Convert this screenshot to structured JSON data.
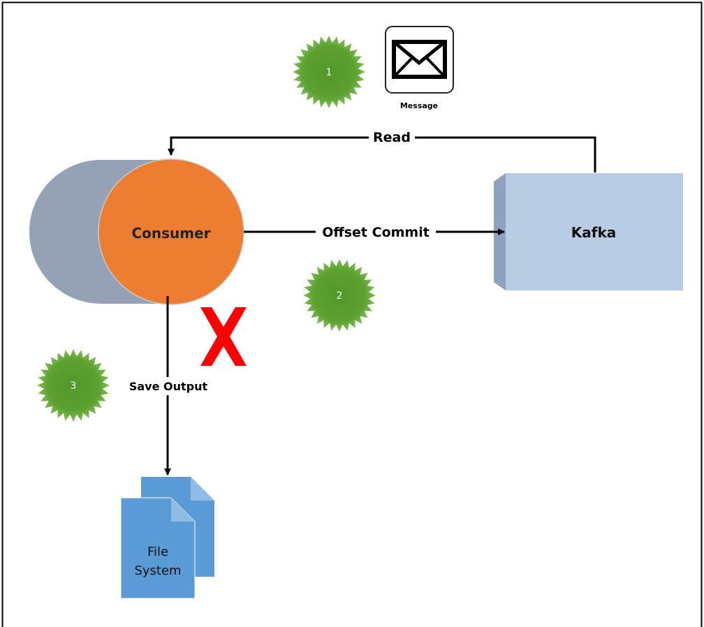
{
  "diagram": {
    "nodes": {
      "message": {
        "label": "Message"
      },
      "consumer": {
        "label": "Consumer"
      },
      "kafka": {
        "label": "Kafka"
      },
      "file_system": {
        "label_line1": "File",
        "label_line2": "System"
      }
    },
    "edges": {
      "read": {
        "label": "Read"
      },
      "offset_commit": {
        "label": "Offset Commit"
      },
      "save_output": {
        "label": "Save Output"
      }
    },
    "steps": [
      {
        "number": "1"
      },
      {
        "number": "2"
      },
      {
        "number": "3"
      }
    ],
    "failure_marker": "x-mark"
  },
  "colors": {
    "consumer_fill": "#ED7D31",
    "consumer_shadow": "#95A2B6",
    "kafka_front": "#B8CCE4",
    "kafka_side": "#8EA2C0",
    "file_fill": "#5B9BD5",
    "file_fold": "#8EBCE4",
    "step_badge": "#5DA031",
    "x_mark": "#FF0000",
    "arrow": "#000000"
  }
}
